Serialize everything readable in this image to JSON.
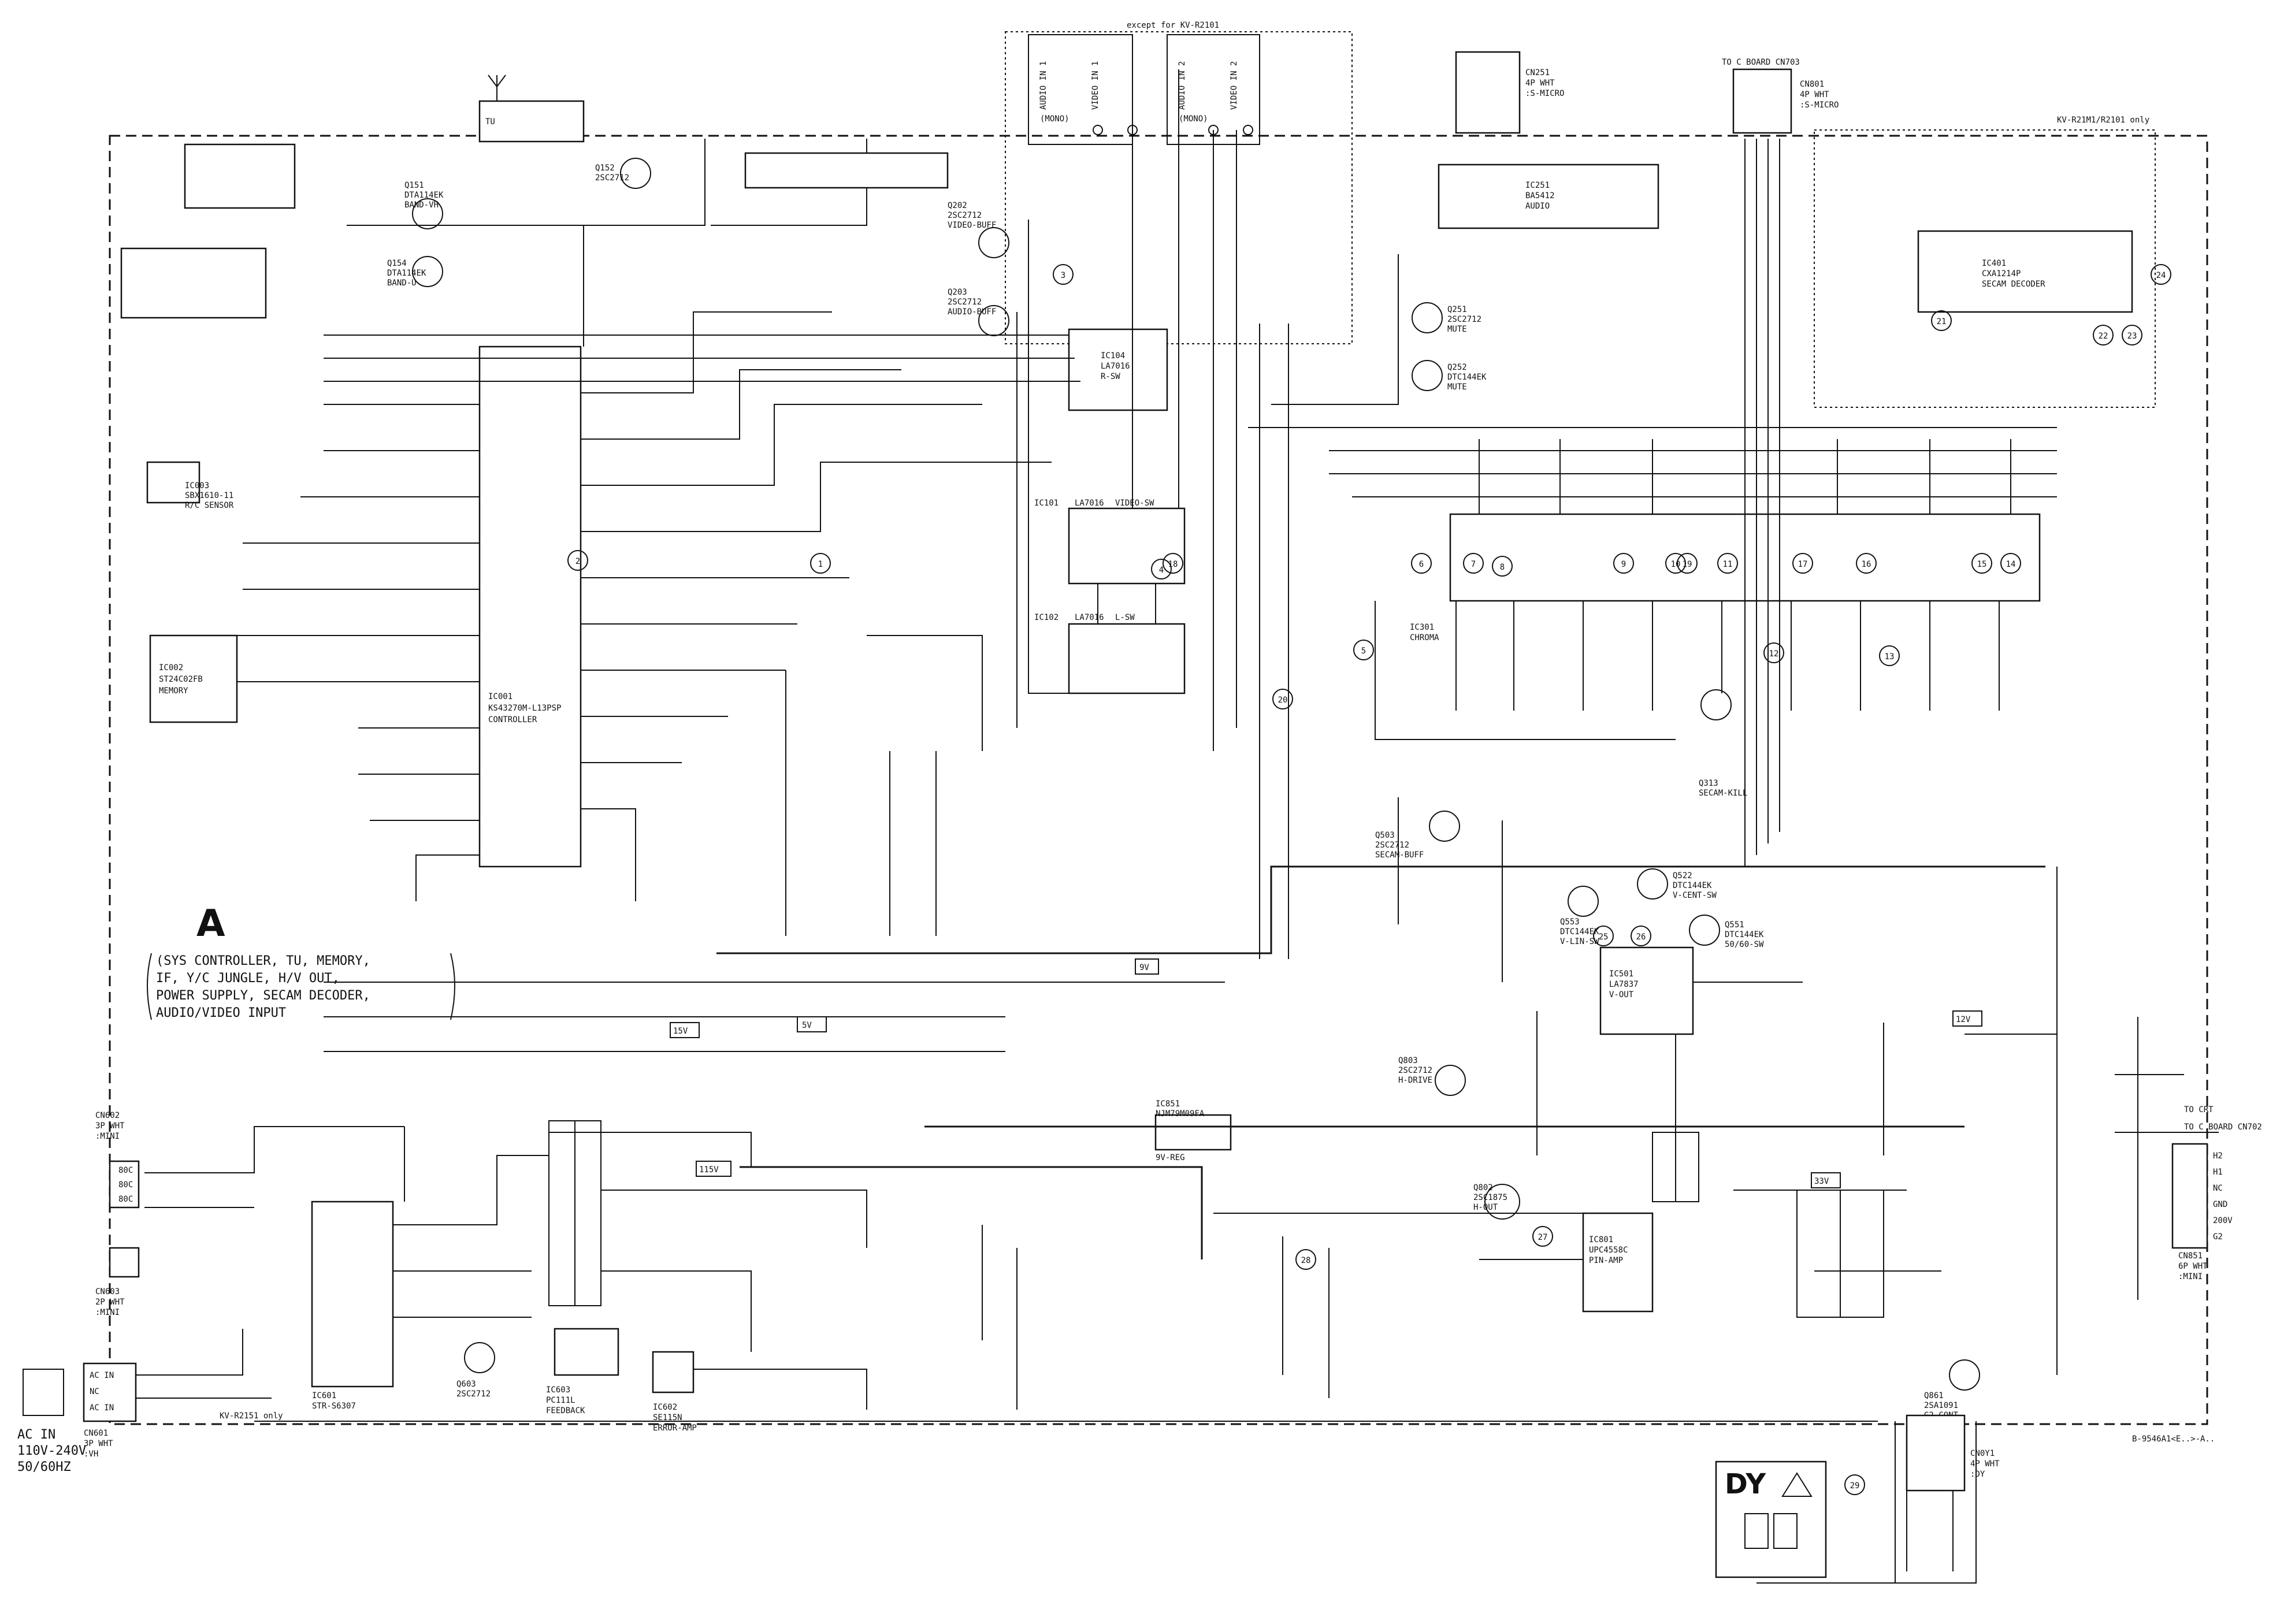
{
  "board": {
    "letter": "A",
    "description_lines": [
      "(SYS CONTROLLER, TU, MEMORY,",
      "IF, Y/C JUNGLE, H/V OUT,",
      "POWER SUPPLY, SECAM DECODER,",
      "AUDIO/VIDEO INPUT"
    ],
    "part_code": "B-9546A1<E..>-A.."
  },
  "notes": {
    "except_top": "except for KV-R2101",
    "kv_only": "KV-R21M1/R2101 only",
    "kv_r2151_only": "KV-R2151 only",
    "to_c_board": "TO C BOARD CN703",
    "to_c_board_702": "TO C BOARD CN702",
    "to_crt": "TO CRT"
  },
  "ac_in": {
    "lines": [
      "AC IN",
      "110V-240V",
      "50/60HZ"
    ]
  },
  "dy": {
    "label": "DY"
  },
  "ics": [
    {
      "ref": "IC001",
      "part": "KS43270M-L13PSP",
      "role": "CONTROLLER"
    },
    {
      "ref": "IC002",
      "part": "ST24C02FB",
      "role": "MEMORY"
    },
    {
      "ref": "IC003",
      "part": "SBX1610-11",
      "role": "R/C SENSOR"
    },
    {
      "ref": "IC101",
      "part": "LA7016",
      "role": "VIDEO-SW"
    },
    {
      "ref": "IC102",
      "part": "LA7016",
      "role": "L-SW"
    },
    {
      "ref": "IC104",
      "part": "LA7016",
      "role": "R-SW"
    },
    {
      "ref": "IC251",
      "part": "BA5412",
      "role": "AUDIO"
    },
    {
      "ref": "IC301",
      "part": "",
      "role": "CHROMA"
    },
    {
      "ref": "IC401",
      "part": "CXA1214P",
      "role": "SECAM DECODER"
    },
    {
      "ref": "IC501",
      "part": "LA7837",
      "role": "V-OUT"
    },
    {
      "ref": "IC601",
      "part": "STR-S6307",
      "role": ""
    },
    {
      "ref": "IC602",
      "part": "SE115N",
      "role": "ERROR-AMP"
    },
    {
      "ref": "IC603",
      "part": "PC111L",
      "role": "FEEDBACK"
    },
    {
      "ref": "IC801",
      "part": "UPC4558C",
      "role": "PIN-AMP"
    },
    {
      "ref": "IC851",
      "part": "NJM79M09FA",
      "role": "9V-REG"
    }
  ],
  "transistors": [
    {
      "ref": "Q151",
      "part": "DTA114EK",
      "role": "BAND-VH"
    },
    {
      "ref": "Q152",
      "part": "2SC2712",
      "role": ""
    },
    {
      "ref": "Q154",
      "part": "DTA114EK",
      "role": "BAND-U"
    },
    {
      "ref": "Q202",
      "part": "2SC2712",
      "role": "VIDEO-BUFF"
    },
    {
      "ref": "Q203",
      "part": "2SC2712",
      "role": "AUDIO-BUFF"
    },
    {
      "ref": "Q251",
      "part": "2SC2712",
      "role": "MUTE"
    },
    {
      "ref": "Q252",
      "part": "DTC144EK",
      "role": "MUTE"
    },
    {
      "ref": "Q313",
      "part": "",
      "role": "SECAM-KILL"
    },
    {
      "ref": "Q503",
      "part": "2SC2712",
      "role": "SECAM-BUFF"
    },
    {
      "ref": "Q522",
      "part": "DTC144EK",
      "role": "V-CENT-SW"
    },
    {
      "ref": "Q551",
      "part": "DTC144EK",
      "role": "50/60-SW"
    },
    {
      "ref": "Q553",
      "part": "DTC144EK",
      "role": "V-LIN-SW"
    },
    {
      "ref": "Q603",
      "part": "2SC2712",
      "role": ""
    },
    {
      "ref": "Q802",
      "part": "2SC1875",
      "role": "H-OUT"
    },
    {
      "ref": "Q803",
      "part": "2SC2712",
      "role": "H-DRIVE"
    },
    {
      "ref": "Q861",
      "part": "2SA1091",
      "role": "G2-CONT"
    }
  ],
  "connectors": [
    {
      "ref": "CN251",
      "spec": "4P WHT",
      "desc": ":S-MICRO"
    },
    {
      "ref": "CN601",
      "spec": "3P WHT",
      "desc": ":VH"
    },
    {
      "ref": "CN602",
      "spec": "3P WHT",
      "desc": ":MINI"
    },
    {
      "ref": "CN603",
      "spec": "2P WHT",
      "desc": ":MINI"
    },
    {
      "ref": "CN851",
      "spec": "6P WHT",
      "desc": ":MINI"
    },
    {
      "ref": "CN801",
      "spec": "4P WHT",
      "desc": ":S-MICRO"
    },
    {
      "ref": "CN0Y1",
      "spec": "4P WHT",
      "desc": ":DY"
    }
  ],
  "av_inputs": [
    "AUDIO IN 1",
    "VIDEO IN 1",
    "AUDIO IN 2",
    "VIDEO IN 2"
  ],
  "mono_labels": [
    "(MONO)",
    "(MONO)"
  ],
  "to_crt_pins": [
    "H2",
    "H1",
    "NC",
    "GND",
    "200V",
    "G2"
  ],
  "ac_pins": [
    "AC IN",
    "NC",
    "AC IN"
  ],
  "degauss_pins": [
    "80C",
    "80C",
    "80C"
  ],
  "rails": [
    "5V",
    "9V",
    "15V",
    "115V",
    "12V",
    "33V"
  ],
  "probe_points": [
    "1",
    "2",
    "3",
    "4",
    "5",
    "6",
    "7",
    "8",
    "9",
    "10",
    "11",
    "12",
    "13",
    "14",
    "15",
    "16",
    "17",
    "18",
    "19",
    "20",
    "21",
    "22",
    "23",
    "24",
    "25",
    "26",
    "27",
    "28",
    "29"
  ]
}
